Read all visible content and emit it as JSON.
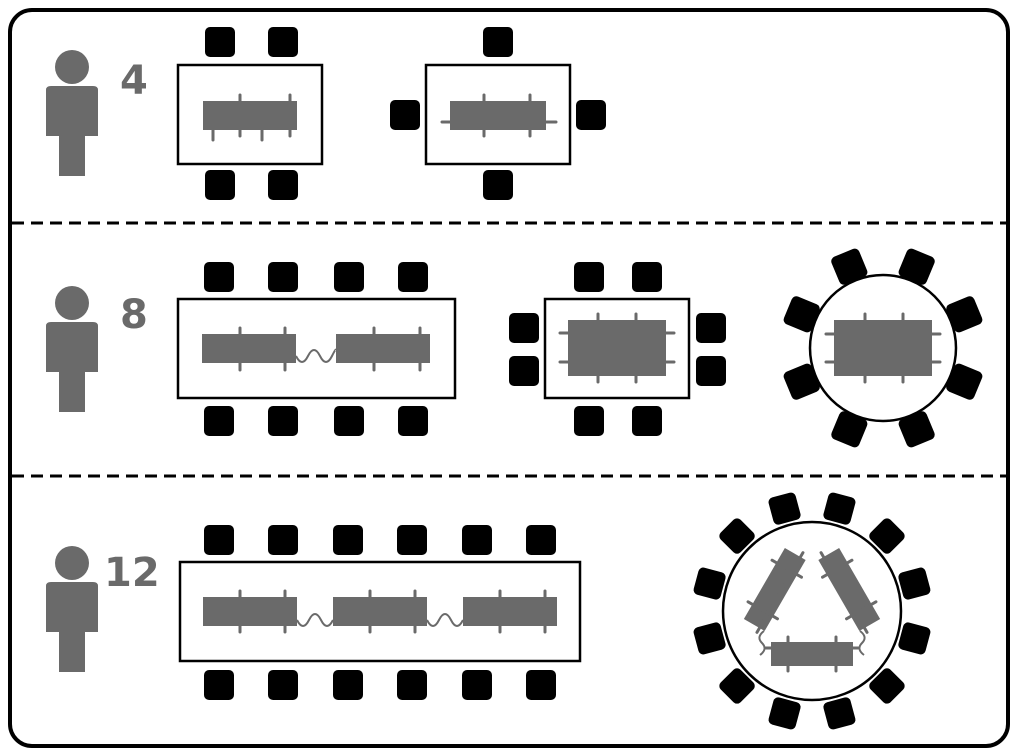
{
  "colors": {
    "frame": "#000000",
    "person_icon": "#6a6a6a",
    "chair": "#000000",
    "desk": "#6a6a6a"
  },
  "rows": [
    {
      "count_label": "4",
      "icon": "person-icon",
      "arrangements": [
        {
          "name": "rectangle-table-two-sides",
          "seats": 4
        },
        {
          "name": "rectangle-table-four-sides",
          "seats": 4
        }
      ]
    },
    {
      "count_label": "8",
      "icon": "person-icon",
      "arrangements": [
        {
          "name": "long-table-two-desks",
          "seats": 8
        },
        {
          "name": "square-table-block",
          "seats": 8
        },
        {
          "name": "round-table",
          "seats": 8
        }
      ]
    },
    {
      "count_label": "12",
      "icon": "person-icon",
      "arrangements": [
        {
          "name": "long-table-three-desks",
          "seats": 12
        },
        {
          "name": "round-table-triangle-desks",
          "seats": 12
        }
      ]
    }
  ]
}
